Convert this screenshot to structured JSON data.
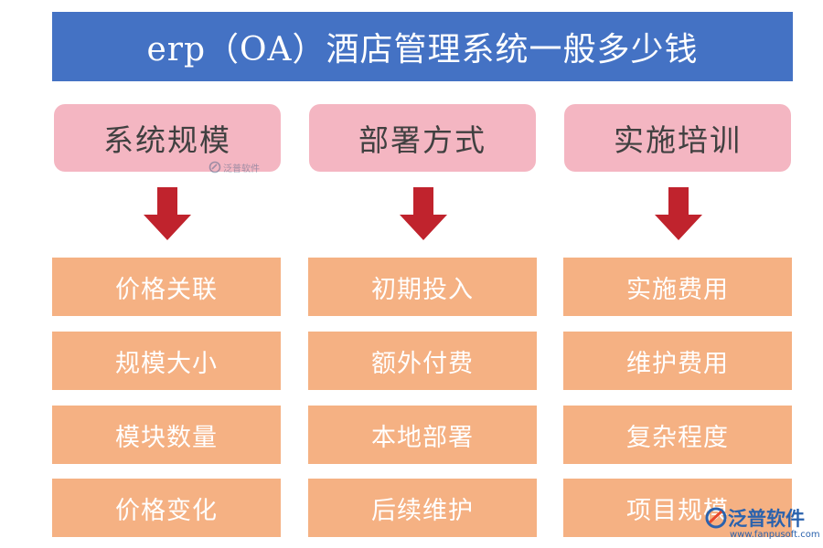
{
  "title": "erp（OA）酒店管理系统一般多少钱",
  "columns": [
    {
      "header": "系统规模",
      "items": [
        "价格关联",
        "规模大小",
        "模块数量",
        "价格变化"
      ]
    },
    {
      "header": "部署方式",
      "items": [
        "初期投入",
        "额外付费",
        "本地部署",
        "后续维护"
      ]
    },
    {
      "header": "实施培训",
      "items": [
        "实施费用",
        "维护费用",
        "复杂程度",
        "项目规模"
      ]
    }
  ],
  "watermark": {
    "small_text": "泛普软件",
    "brand": "泛普软件",
    "url": "www.fanpusoft.com",
    "logo_icon": "fanpu-logo-icon"
  },
  "colors": {
    "title_bg": "#4472c4",
    "header_bg": "#f4b6c2",
    "arrow": "#c0232d",
    "box_bg": "#f5b183"
  }
}
